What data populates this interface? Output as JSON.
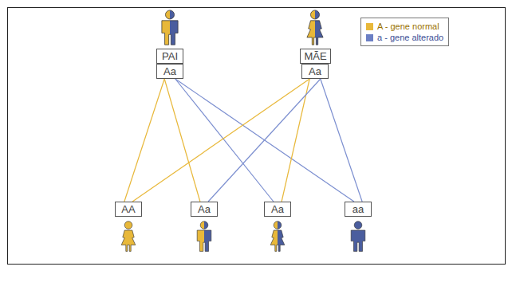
{
  "diagram": {
    "nodes": [
      {
        "text": [
          "PAI"
        ]
      },
      {
        "text": [
          "Aa"
        ]
      },
      {
        "text": [
          "MÃE"
        ]
      },
      {
        "text": [
          "Aa"
        ]
      },
      {
        "text": [
          "AA"
        ]
      },
      {
        "text": [
          "Aa"
        ]
      },
      {
        "text": [
          "Aa"
        ]
      },
      {
        "text": [
          "aa"
        ]
      }
    ],
    "edges": [
      {
        "from": 1,
        "to": 4,
        "arrow": "none"
      },
      {
        "from": 1,
        "to": 5,
        "arrow": "none"
      },
      {
        "from": 1,
        "to": 6,
        "arrow": "none"
      },
      {
        "from": 1,
        "to": 7,
        "arrow": "none"
      },
      {
        "from": 3,
        "to": 4,
        "arrow": "none"
      },
      {
        "from": 3,
        "to": 6,
        "arrow": "none"
      },
      {
        "from": 3,
        "to": 5,
        "arrow": "none"
      },
      {
        "from": 3,
        "to": 7,
        "arrow": "none"
      }
    ],
    "legend": [
      {
        "text": "A - gene normal",
        "color": "#e8b83a"
      },
      {
        "text": "a - gene alterado",
        "color": "#6b7fc4"
      }
    ]
  }
}
